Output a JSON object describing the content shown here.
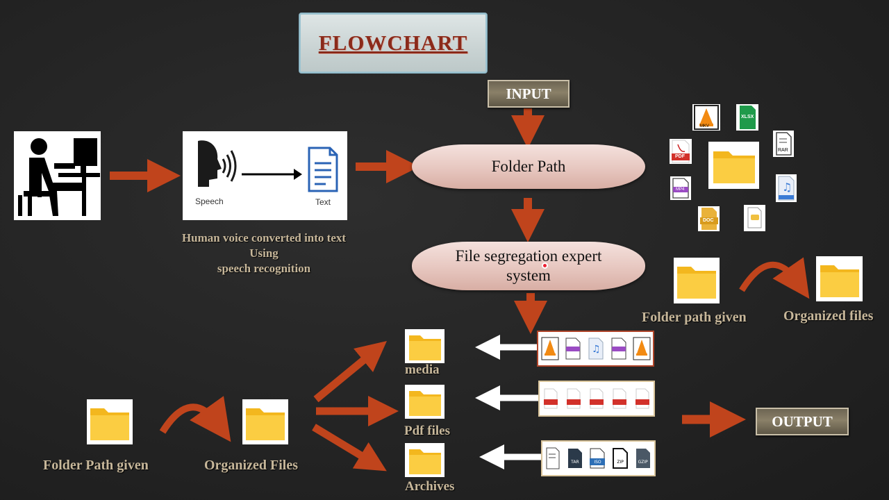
{
  "title": "FLOWCHART",
  "input_label": "INPUT",
  "output_label": "OUTPUT",
  "process_nodes": {
    "folder_path": "Folder Path",
    "segregation_line1": "File segregation expert",
    "segregation_line2": "system"
  },
  "speech_panel": {
    "speech_label": "Speech",
    "text_label": "Text"
  },
  "speech_caption": {
    "line1": "Human voice converted into text",
    "line2": "Using",
    "line3": "speech recognition"
  },
  "outputs": {
    "media": "media",
    "pdf": "Pdf files",
    "archives": "Archives"
  },
  "right_example": {
    "given": "Folder path given",
    "organized": "Organized files"
  },
  "bottom_example": {
    "given": "Folder Path given",
    "organized": "Organized Files"
  },
  "file_icon_tags": {
    "mkv": "MKV",
    "xlsx": "XLSX",
    "pdf": "PDF",
    "rar": "RAR",
    "mp4": "MP4",
    "doc": "DOC",
    "tar": "TAR",
    "iso": "ISO",
    "zip": "ZIP",
    "gzip": "GZIP"
  },
  "colors": {
    "arrow": "#c0441c",
    "caption": "#c7b79a",
    "title_text": "#8b2a1a",
    "folder": "#f9c93c",
    "pill": "#e8c9c2"
  },
  "icons": [
    "person-at-computer-icon",
    "speaking-head-icon",
    "document-icon",
    "folder-icon",
    "vlc-cone-icon",
    "music-note-icon"
  ]
}
